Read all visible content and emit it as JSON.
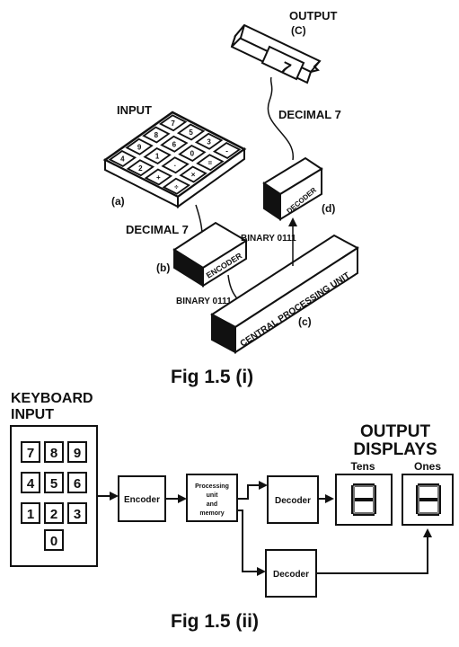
{
  "fig1": {
    "caption": "Fig 1.5 (i)",
    "input_label": "INPUT",
    "output_label": "OUTPUT",
    "output_tag": "(C)",
    "keypad_tag": "(a)",
    "encoder_tag": "(b)",
    "cpu_tag": "(c)",
    "decoder_tag": "(d)",
    "decimal_in": "DECIMAL 7",
    "decimal_out": "DECIMAL 7",
    "binary_left": "BINARY 0111",
    "binary_right": "BINARY 0111",
    "encoder_text": "ENCODER",
    "decoder_text": "DECODER",
    "cpu_text": "CENTRAL PROCESSING UNIT",
    "display_digit": "7",
    "keys": [
      "7",
      "8",
      "9",
      "4",
      "5",
      "6",
      "1",
      "2",
      "3",
      "0",
      "·",
      "+",
      "-",
      "=",
      "×",
      "÷"
    ]
  },
  "fig2": {
    "caption": "Fig 1.5 (ii)",
    "keyboard_title_1": "KEYBOARD",
    "keyboard_title_2": "INPUT",
    "keys": [
      "7",
      "8",
      "9",
      "4",
      "5",
      "6",
      "1",
      "2",
      "3",
      "0"
    ],
    "encoder": "Encoder",
    "processing_1": "Processing",
    "processing_2": "unit",
    "processing_3": "and",
    "processing_4": "memory",
    "decoder_top": "Decoder",
    "decoder_bottom": "Decoder",
    "output_title_1": "OUTPUT",
    "output_title_2": "DISPLAYS",
    "tens": "Tens",
    "ones": "Ones",
    "tens_digit": "8",
    "ones_digit": "8"
  }
}
